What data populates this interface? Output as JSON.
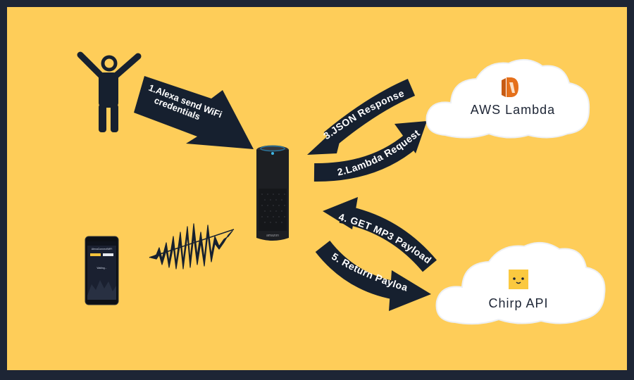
{
  "colors": {
    "frame": "#1d2535",
    "background": "#fecd59",
    "arrow": "#16202f",
    "arrow_text": "#ffffff",
    "cloud": "#ffffff",
    "lambda_orange": "#e5701b",
    "chirp_yellow": "#fbc940",
    "echo_blue": "#3fb8e6"
  },
  "actors": {
    "user": {
      "icon": "person-icon"
    },
    "device": {
      "icon": "amazon-echo-icon",
      "brand": "amazon"
    },
    "phone": {
      "icon": "smartphone-icon",
      "screen_title": "AlexaConnectWiFi",
      "screen_text": "Waiting..."
    },
    "sound": {
      "icon": "sound-wave-icon"
    }
  },
  "services": {
    "lambda": {
      "label": "AWS Lambda",
      "icon": "aws-lambda-icon"
    },
    "chirp": {
      "label": "Chirp API",
      "icon": "chirp-logo-icon"
    }
  },
  "steps": {
    "s1_line1": "1.Alexa send WiFi",
    "s1_line2": "credentials",
    "s2": "2.Lambda Request",
    "s3": "3.JSON Response",
    "s4": "4.  GET MP3 Payload",
    "s5": "5. Return Payload"
  }
}
